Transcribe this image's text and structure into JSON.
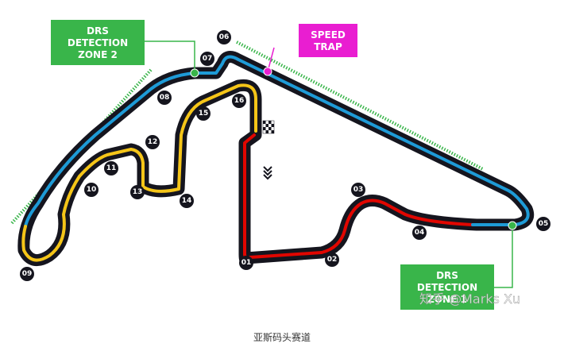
{
  "colors": {
    "track": "#15151e",
    "sector_blue": "#1e9bd7",
    "sector_yellow": "#f5c518",
    "sector_red": "#e10600",
    "drs": "#39b54a",
    "speed_trap": "#e91ed1"
  },
  "labels": {
    "drs_zone_2": [
      "DRS",
      "DETECTION",
      "ZONE 2"
    ],
    "speed_trap": [
      "SPEED",
      "TRAP"
    ],
    "drs_zone_1": [
      "DRS",
      "DETECTION",
      "ZONE 1"
    ]
  },
  "turns": [
    "01",
    "02",
    "03",
    "04",
    "05",
    "06",
    "07",
    "08",
    "09",
    "10",
    "11",
    "12",
    "13",
    "14",
    "15",
    "16"
  ],
  "icons": {
    "start_finish": "chequered-flag-icon",
    "direction": "direction-chevrons-icon"
  },
  "watermark": "知乎 @Marks Xu",
  "caption": "亚斯码头赛道"
}
